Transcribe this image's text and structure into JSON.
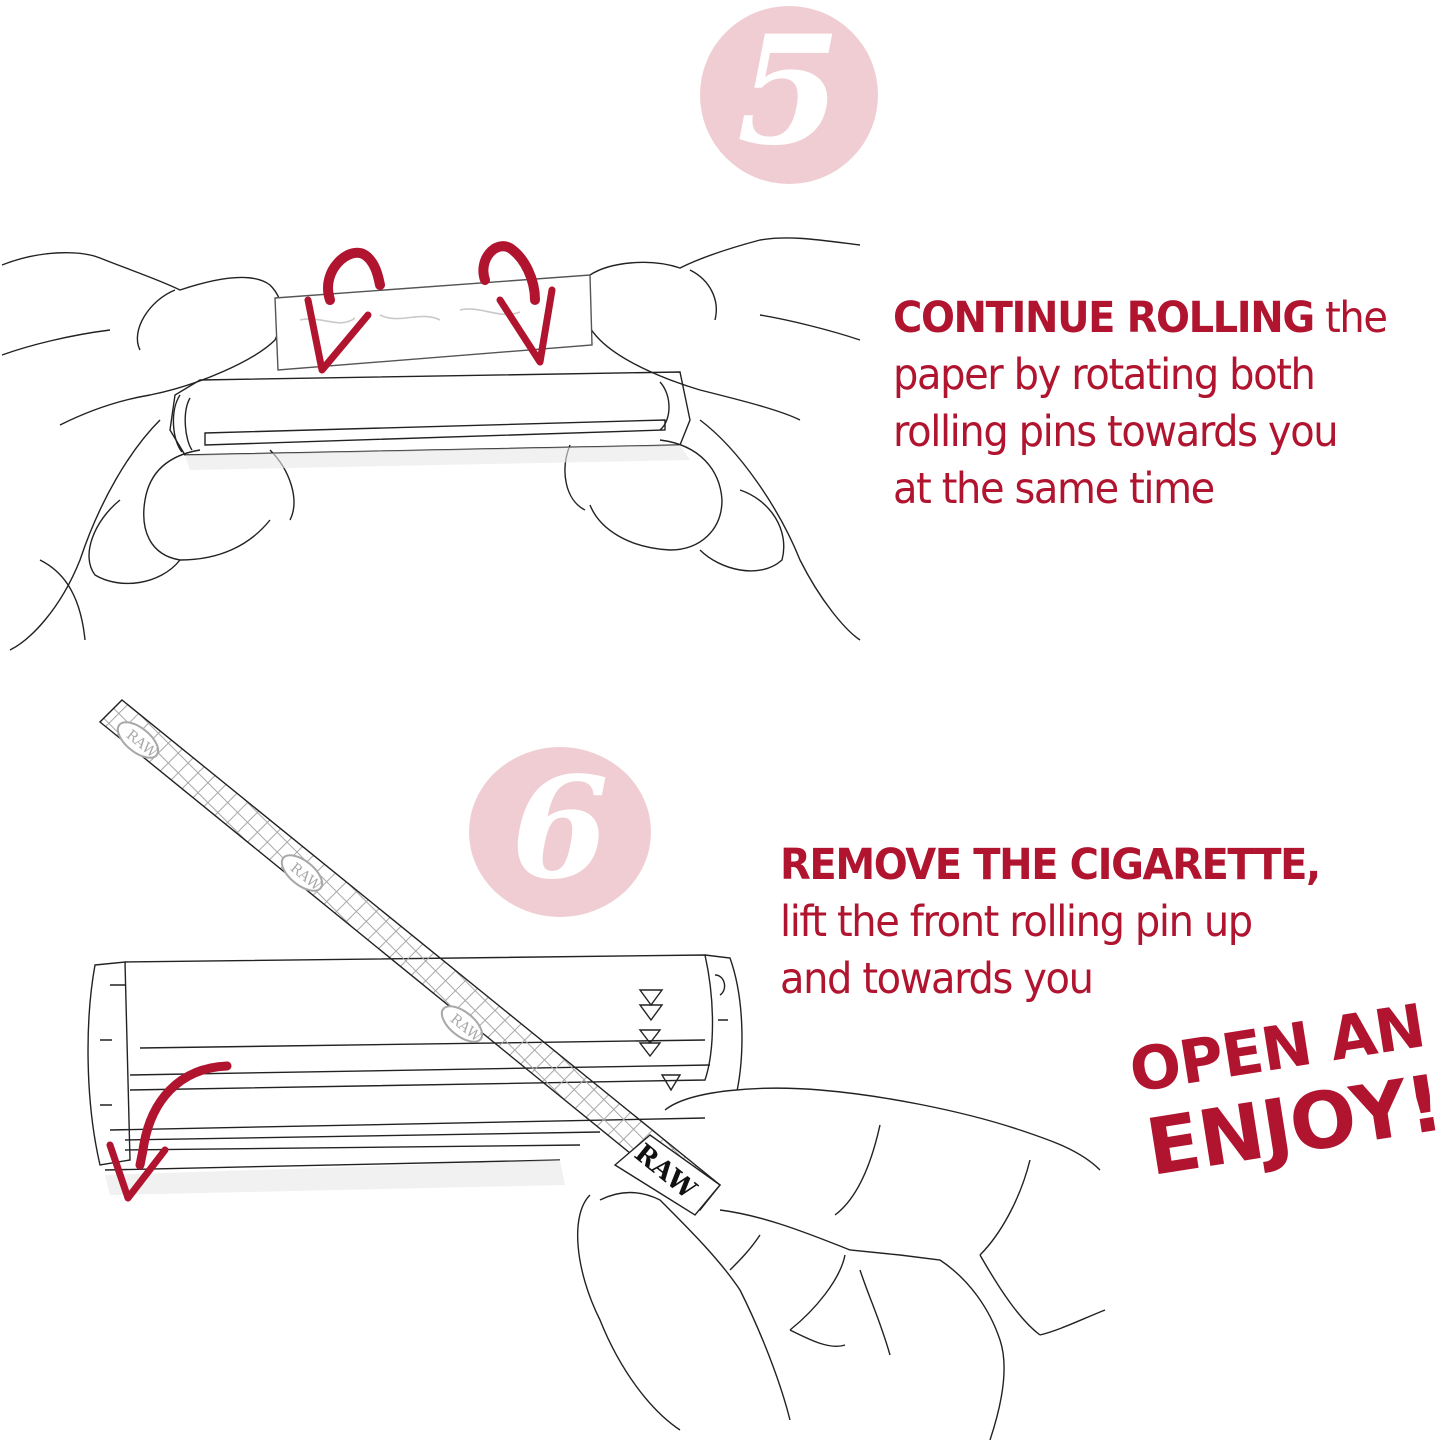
{
  "steps": [
    {
      "number": "5",
      "badge_color": "#f0cdd3",
      "lead": "CONTINUE ROLLING",
      "lines": [
        "the",
        "paper by rotating both",
        "rolling pins towards you",
        "at the same time"
      ]
    },
    {
      "number": "6",
      "badge_color": "#f0cdd3",
      "lead": "REMOVE THE CIGARETTE,",
      "lines": [
        "lift the front rolling pin up",
        "and towards you"
      ]
    }
  ],
  "closing": {
    "line1": "OPEN AN",
    "line2": "ENJOY!"
  },
  "illustration": {
    "paper_brand_label": "RAW",
    "accent_color": "#b0142f",
    "line_color": "#222222"
  },
  "icons": {
    "rotate_arrows": "curved-double-arrow-icon",
    "lift_arrow": "curved-down-arrow-icon"
  }
}
